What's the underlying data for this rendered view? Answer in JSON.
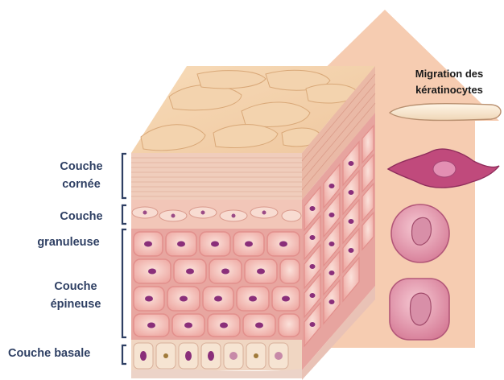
{
  "layers": {
    "corneum": "Couche\ncornée",
    "granular_1": "Couche",
    "granular_2": "granuleuse",
    "spinous": "Couche\népineuse",
    "basal": "Couche basale"
  },
  "migration_title": "Migration des\nkératinocytes",
  "colors": {
    "label_text": "#2e3f63",
    "bracket": "#2e3f63",
    "arrow": "#f6ccb1",
    "corneum_top": "#f3cfa7",
    "corneum_side": "#f0cdbc",
    "cell_fill": "#f6c6bc",
    "cell_border": "#e28f8c",
    "nucleus": "#8a2f7a",
    "spindle_cell": "#c04a7c"
  },
  "icons": {
    "arrow": "upward-arrow-icon",
    "flat_cell": "corneocyte-icon",
    "spindle_cell": "granular-keratinocyte-icon",
    "round_cell_1": "spinous-keratinocyte-icon",
    "round_cell_2": "basal-keratinocyte-icon"
  }
}
